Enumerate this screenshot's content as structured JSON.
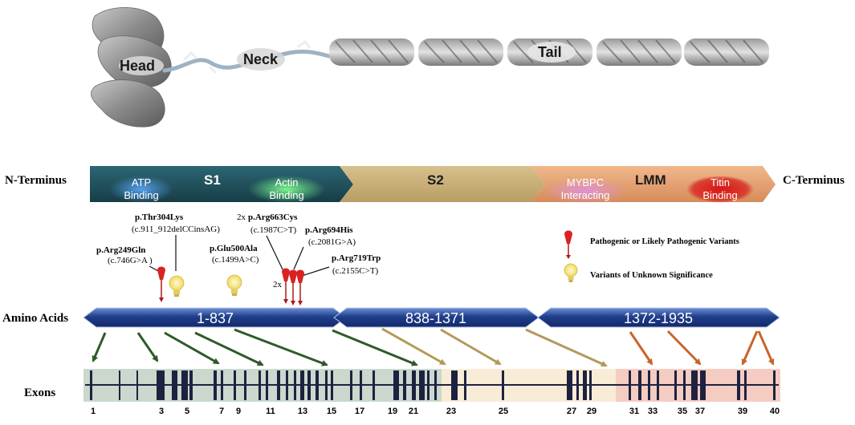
{
  "structure": {
    "head_label": "Head",
    "neck_label": "Neck",
    "tail_label": "Tail"
  },
  "domains": {
    "n_terminus": "N-Terminus",
    "c_terminus": "C-Terminus",
    "s1": "S1",
    "s2": "S2",
    "lmm": "LMM",
    "atp_1": "ATP",
    "atp_2": "Binding",
    "actin_1": "Actin",
    "actin_2": "Binding",
    "mybpc_1": "MYBPC",
    "mybpc_2": "Interacting",
    "titin_1": "Titin",
    "titin_2": "Binding"
  },
  "variants": [
    {
      "protein": "p.Arg249Gln",
      "cdna": "(c.746G>A )",
      "type": "pathogenic"
    },
    {
      "protein": "p.Thr304Lys",
      "cdna": "(c.911_912delCCinsAG)",
      "type": "vus"
    },
    {
      "protein": "p.Glu500Ala",
      "cdna": "(c.1499A>C)",
      "type": "vus"
    },
    {
      "protein": "p.Arg663Cys",
      "prefix": "2x",
      "cdna": "(c.1987C>T)",
      "type": "pathogenic"
    },
    {
      "protein": "p.Arg694His",
      "cdna": "(c.2081G>A)",
      "type": "pathogenic"
    },
    {
      "protein": "p.Arg719Trp",
      "cdna": "(c.2155C>T)",
      "type": "pathogenic"
    }
  ],
  "count_label": "2x",
  "legend": {
    "pathogenic": "Pathogenic or Likely Pathogenic Variants",
    "vus": "Variants of Unknown Significance"
  },
  "amino_acids": {
    "label": "Amino Acids",
    "ranges": [
      "1-837",
      "838-1371",
      "1372-1935"
    ]
  },
  "exons": {
    "label": "Exons",
    "numbers": [
      "1",
      "3",
      "5",
      "7",
      "9",
      "11",
      "13",
      "15",
      "17",
      "19",
      "21",
      "23",
      "25",
      "27",
      "29",
      "31",
      "33",
      "35",
      "37",
      "39",
      "40"
    ]
  },
  "colors": {
    "s1_dark": "#1f4e5a",
    "s2_tan": "#c9b07a",
    "lmm_orange": "#e3a477",
    "aa_bar": "#1f3f8a",
    "exon_bar": "#1e2240",
    "green_arrow": "#2f5a2a",
    "tan_arrow": "#b39a5a",
    "orange_arrow": "#c8652a",
    "pathogenic_red": "#d92323",
    "vus_yellow": "#f6e27a"
  }
}
